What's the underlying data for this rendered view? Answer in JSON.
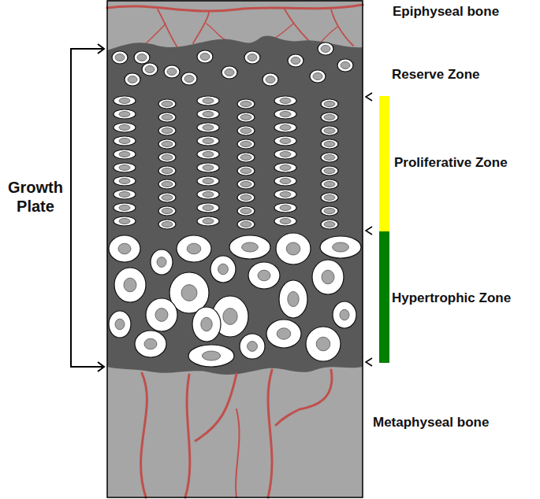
{
  "diagram": {
    "labels": [
      "Epiphyseal bone",
      "Reserve Zone",
      "Proliferative Zone",
      "Hypertrophic Zone",
      "Metaphyseal bone",
      "Growth Plate"
    ]
  }
}
